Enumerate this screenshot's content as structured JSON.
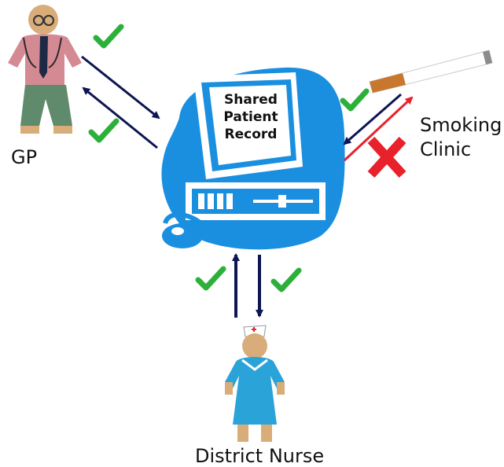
{
  "record": {
    "line1": "Shared",
    "line2": "Patient",
    "line3": "Record"
  },
  "actors": {
    "gp": "GP",
    "smoking_line1": "Smoking",
    "smoking_line2": "Clinic",
    "nurse": "District Nurse"
  },
  "colors": {
    "computer": "#1a8fe0",
    "arrow": "#0d1552",
    "denied_arrow": "#e8212a",
    "tick": "#2cb03a",
    "cross": "#e8212a"
  },
  "icons": [
    "computer-icon",
    "doctor-figure-icon",
    "nurse-figure-icon",
    "cigarette-icon",
    "check-icon",
    "cross-icon"
  ]
}
